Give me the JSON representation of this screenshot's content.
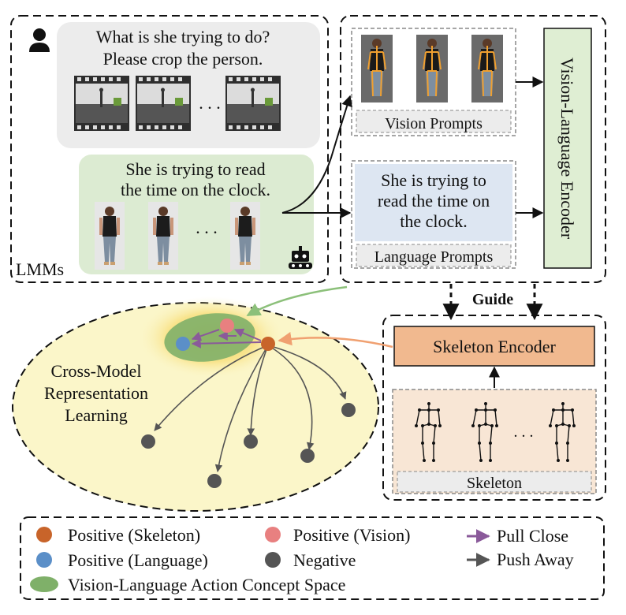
{
  "lmm_panel": {
    "user_question_line1": "What is she trying to do?",
    "user_question_line2": "Please crop the person.",
    "ellipsis": ". . .",
    "answer_line1": "She is trying to read",
    "answer_line2": "the time on the clock.",
    "label": "LMMs"
  },
  "prompt_panel": {
    "vision_prompts_label": "Vision Prompts",
    "language_text_line1": "She is trying to",
    "language_text_line2": "read the time on",
    "language_text_line3": "the clock.",
    "language_prompts_label": "Language Prompts",
    "encoder_label": "Vision-Language Encoder"
  },
  "guide_label": "Guide",
  "skeleton_panel": {
    "encoder_label": "Skeleton Encoder",
    "skeleton_label": "Skeleton",
    "ellipsis": ". . ."
  },
  "representation": {
    "line1": "Cross-Model",
    "line2": "Representation",
    "line3": "Learning"
  },
  "legend": {
    "positive_skeleton": "Positive (Skeleton)",
    "positive_vision": "Positive (Vision)",
    "positive_language": "Positive (Language)",
    "negative": "Negative",
    "pull_close": "Pull Close",
    "push_away": "Push Away",
    "concept_space": "Vision-Language Action Concept Space"
  },
  "colors": {
    "skeleton_node": "#c8642a",
    "vision_node": "#e88080",
    "language_node": "#5b8fc8",
    "negative_node": "#555555",
    "concept_space": "#7fb069",
    "pull_arrow": "#8a5a9a",
    "push_arrow": "#555555",
    "encoder_fill": "#f1b98f",
    "vl_encoder_fill": "#dfeed3",
    "language_box_fill": "#dde6f2",
    "answer_bubble_fill": "#dcebd2",
    "question_bubble_fill": "#ececec",
    "ellipse_fill": "#fbf6c9"
  }
}
